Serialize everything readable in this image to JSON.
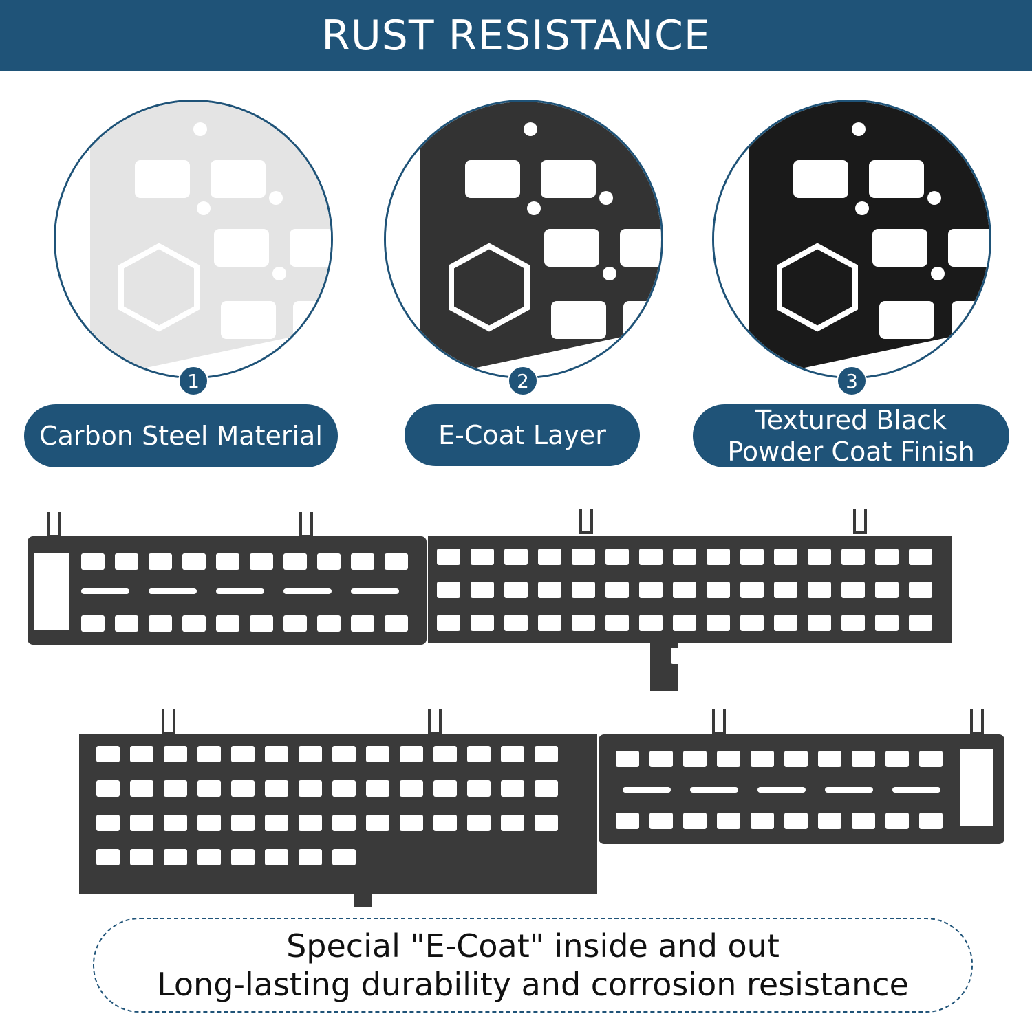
{
  "header": {
    "title": "RUST RESISTANCE"
  },
  "layers": [
    {
      "number": "1",
      "label_lines": [
        "Carbon Steel Material"
      ],
      "color": "#e4e4e4"
    },
    {
      "number": "2",
      "label_lines": [
        "E-Coat Layer"
      ],
      "color": "#333333"
    },
    {
      "number": "3",
      "label_lines": [
        "Textured Black",
        "Powder Coat Finish"
      ],
      "color": "#1a1a1a"
    }
  ],
  "footer": {
    "line1": "Special \"E-Coat\" inside and out",
    "line2": "Long-lasting durability and corrosion resistance"
  },
  "colors": {
    "brand": "#1f5378",
    "panel": "#3a3a3a"
  }
}
